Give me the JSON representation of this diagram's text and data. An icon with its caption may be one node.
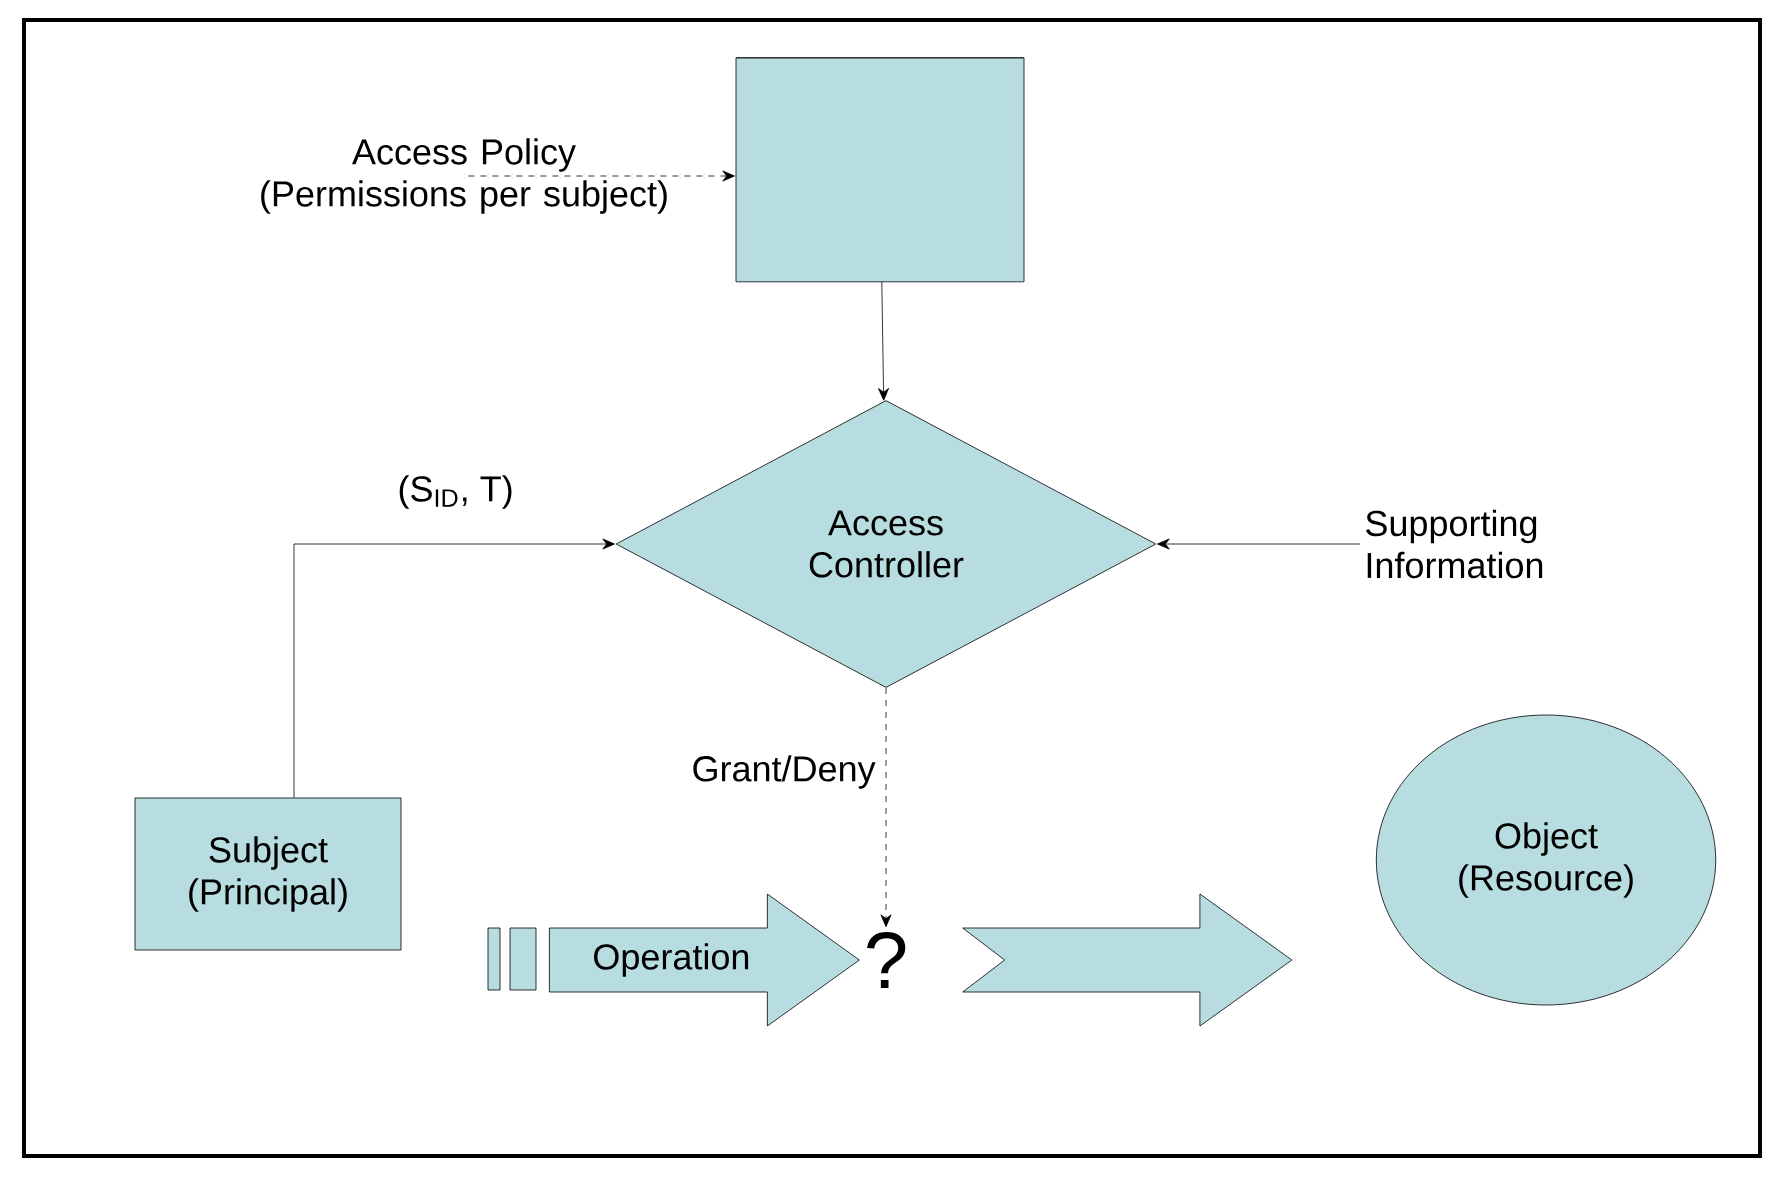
{
  "diagram": {
    "nodes": [
      {
        "text": [
          "Access Policy (Permissions per subject)"
        ]
      },
      {
        "text": [],
        "shape": "cylinder"
      },
      {
        "text": [
          "Access Controller"
        ]
      },
      {
        "text": [
          "Supporting Information"
        ]
      },
      {
        "text": [
          "Subject (Principal)"
        ]
      },
      {
        "text": [
          "?"
        ]
      },
      {
        "text": [
          "Object (Resource)"
        ]
      }
    ],
    "edges": [
      {
        "from": 0,
        "to": 1,
        "arrow": "to",
        "style": "dashed"
      },
      {
        "from": 1,
        "to": 2,
        "arrow": "to"
      },
      {
        "from": 4,
        "to": 2,
        "arrow": "to",
        "label": "(S$_{ID}$, T)"
      },
      {
        "from": 3,
        "to": 2,
        "arrow": "to"
      },
      {
        "from": 2,
        "to": 5,
        "arrow": "to",
        "style": "dashed",
        "label": "Grant/Deny"
      },
      {
        "from": 4,
        "to": 5,
        "arrow": "to",
        "style": "thick",
        "label": "Operation"
      },
      {
        "from": 5,
        "to": 6,
        "arrow": "to",
        "style": "thick"
      }
    ]
  }
}
